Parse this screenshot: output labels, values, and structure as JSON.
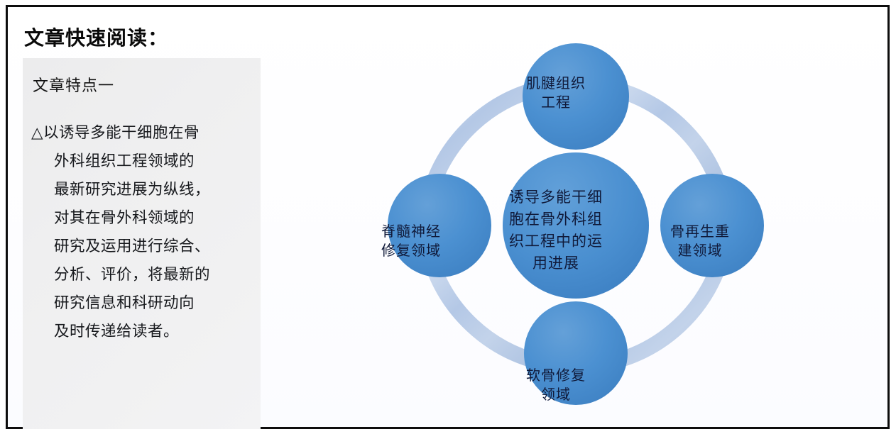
{
  "page": {
    "title": "文章快速阅读：",
    "frame_color": "#0d0d0d",
    "background": "#ffffff"
  },
  "notes": {
    "subtitle": "文章特点一",
    "bullet_symbol": "△",
    "lines": [
      "△以诱导多能干细胞在骨",
      "外科组织工程领域的",
      "最新研究进展为纵线，",
      "对其在骨外科领域的",
      "研究及运用进行综合、",
      "分析、评价，将最新的",
      "研究信息和科研动向",
      "及时传递给读者。"
    ],
    "full_text": "△以诱导多能干细胞在骨外科组织工程领域的最新研究进展为纵线，对其在骨外科领域的研究及运用进行综合、分析、评价，将最新的研究信息和科研动向及时传递给读者。",
    "panel_color": "#efeff0"
  },
  "diagram": {
    "type": "cycle-hub-and-spoke",
    "ring_color": "#b9cce6",
    "node_color": "#4a8fd0",
    "node_text_color": "#101a3a",
    "center": {
      "label": "诱导多能干细胞在骨外科组织工程中的运用进展",
      "lines": [
        "诱导多能干细",
        "胞在骨外科组",
        "织工程中的运",
        "用进展"
      ]
    },
    "nodes": [
      {
        "position": "top",
        "label": "肌腱组织工程",
        "lines": [
          "肌腱组织",
          "工程"
        ]
      },
      {
        "position": "right",
        "label": "骨再生重建领域",
        "lines": [
          "骨再生重",
          "建领域"
        ]
      },
      {
        "position": "bottom",
        "label": "软骨修复领域",
        "lines": [
          "软骨修复",
          "领域"
        ]
      },
      {
        "position": "left",
        "label": "脊髓神经修复领域",
        "lines": [
          "脊髓神经",
          "修复领域"
        ]
      }
    ]
  }
}
